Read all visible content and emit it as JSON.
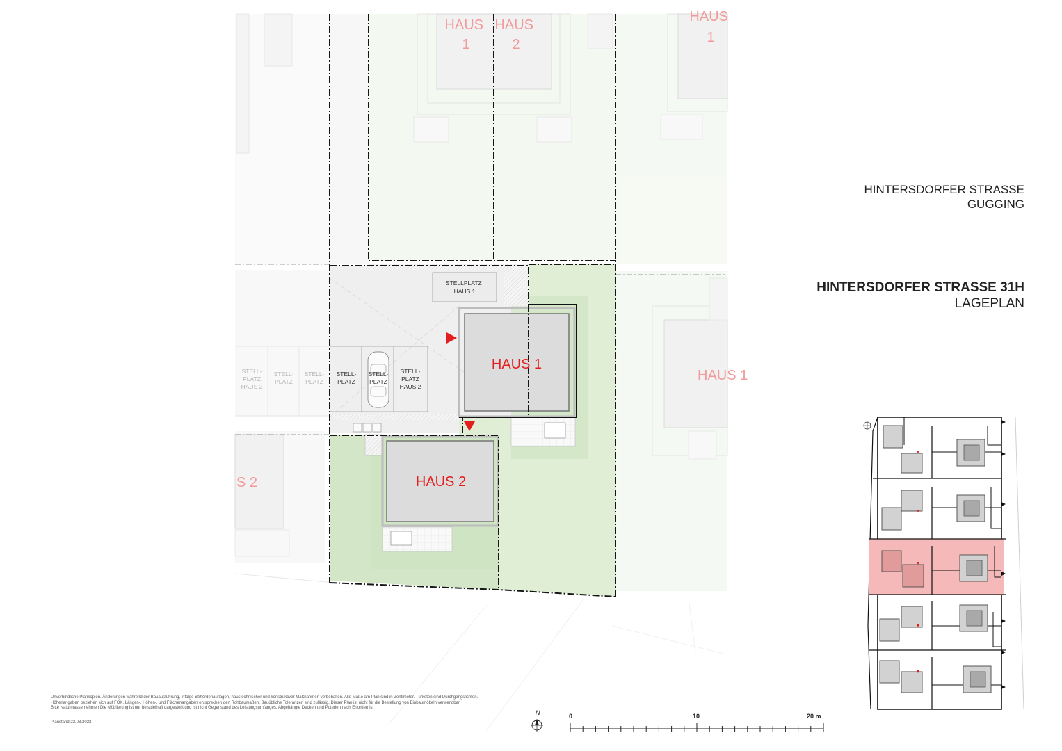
{
  "header": {
    "location_line1": "HINTERSDORFER STRASSE",
    "location_line2": "GUGGING",
    "project_name": "HINTERSDORFER STRASSE 31H",
    "plan_type": "LAGEPLAN"
  },
  "plan": {
    "house1_label": "HAUS 1",
    "house2_label": "HAUS 2",
    "bg_house_top_1": [
      "HAUS",
      "1"
    ],
    "bg_house_top_2": [
      "HAUS",
      "2"
    ],
    "bg_house_top_right": [
      "HAUS",
      "1"
    ],
    "bg_house_right": "HAUS 1",
    "bg_house_left": "S 2",
    "stellplatz_haus1": [
      "STELLPLATZ",
      "HAUS 1"
    ],
    "parking_spots": [
      {
        "lines": [
          "STELL-",
          "PLATZ",
          "HAUS 2"
        ],
        "faded": true
      },
      {
        "lines": [
          "STELL-",
          "PLATZ"
        ],
        "faded": true
      },
      {
        "lines": [
          "STELL-",
          "PLATZ"
        ],
        "faded": true
      },
      {
        "lines": [
          "STELL-",
          "PLATZ"
        ],
        "faded": false
      },
      {
        "lines": [
          "STELL-",
          "PLATZ"
        ],
        "faded": false
      },
      {
        "lines": [
          "STELL-",
          "PLATZ",
          "HAUS 2"
        ],
        "faded": false
      }
    ]
  },
  "footer": {
    "disclaimer": [
      "Unverbindliche Plankopien. Änderungen während der Bauausführung, infolge Behördenauflagen, haustechnischer und konstruktiver Maßnahmen vorbehalten. Alle Maße am Plan sind in Zentimeter. Türkoten sind Durchgangslichten.",
      "Höhenangaben beziehen sich auf FOK. Längen-, Höhen-, und Flächenangaben entsprechen den Rohbaumaßen. Bauübliche Toleranzen sind zulässig. Dieser Plan ist nicht für die Bestellung von Einbaumöbeln verwendbar.",
      "Bitte Naturmasse nehmen Die Möblierung ist nur beispielhaft dargestellt und ist nicht Gegenstand des Leistungsumfanges. Abgehängte Decken und Poterien nach Erfordernis."
    ],
    "planstand": "Planstand 22.08.2022",
    "north_label": "N",
    "scale_labels": [
      "0",
      "10",
      "20 m"
    ]
  },
  "colors": {
    "red": "#e41e1e",
    "green_light": "#eaf3e6",
    "green_mid": "#d6e9cc",
    "highlight": "#f6b9b9"
  }
}
